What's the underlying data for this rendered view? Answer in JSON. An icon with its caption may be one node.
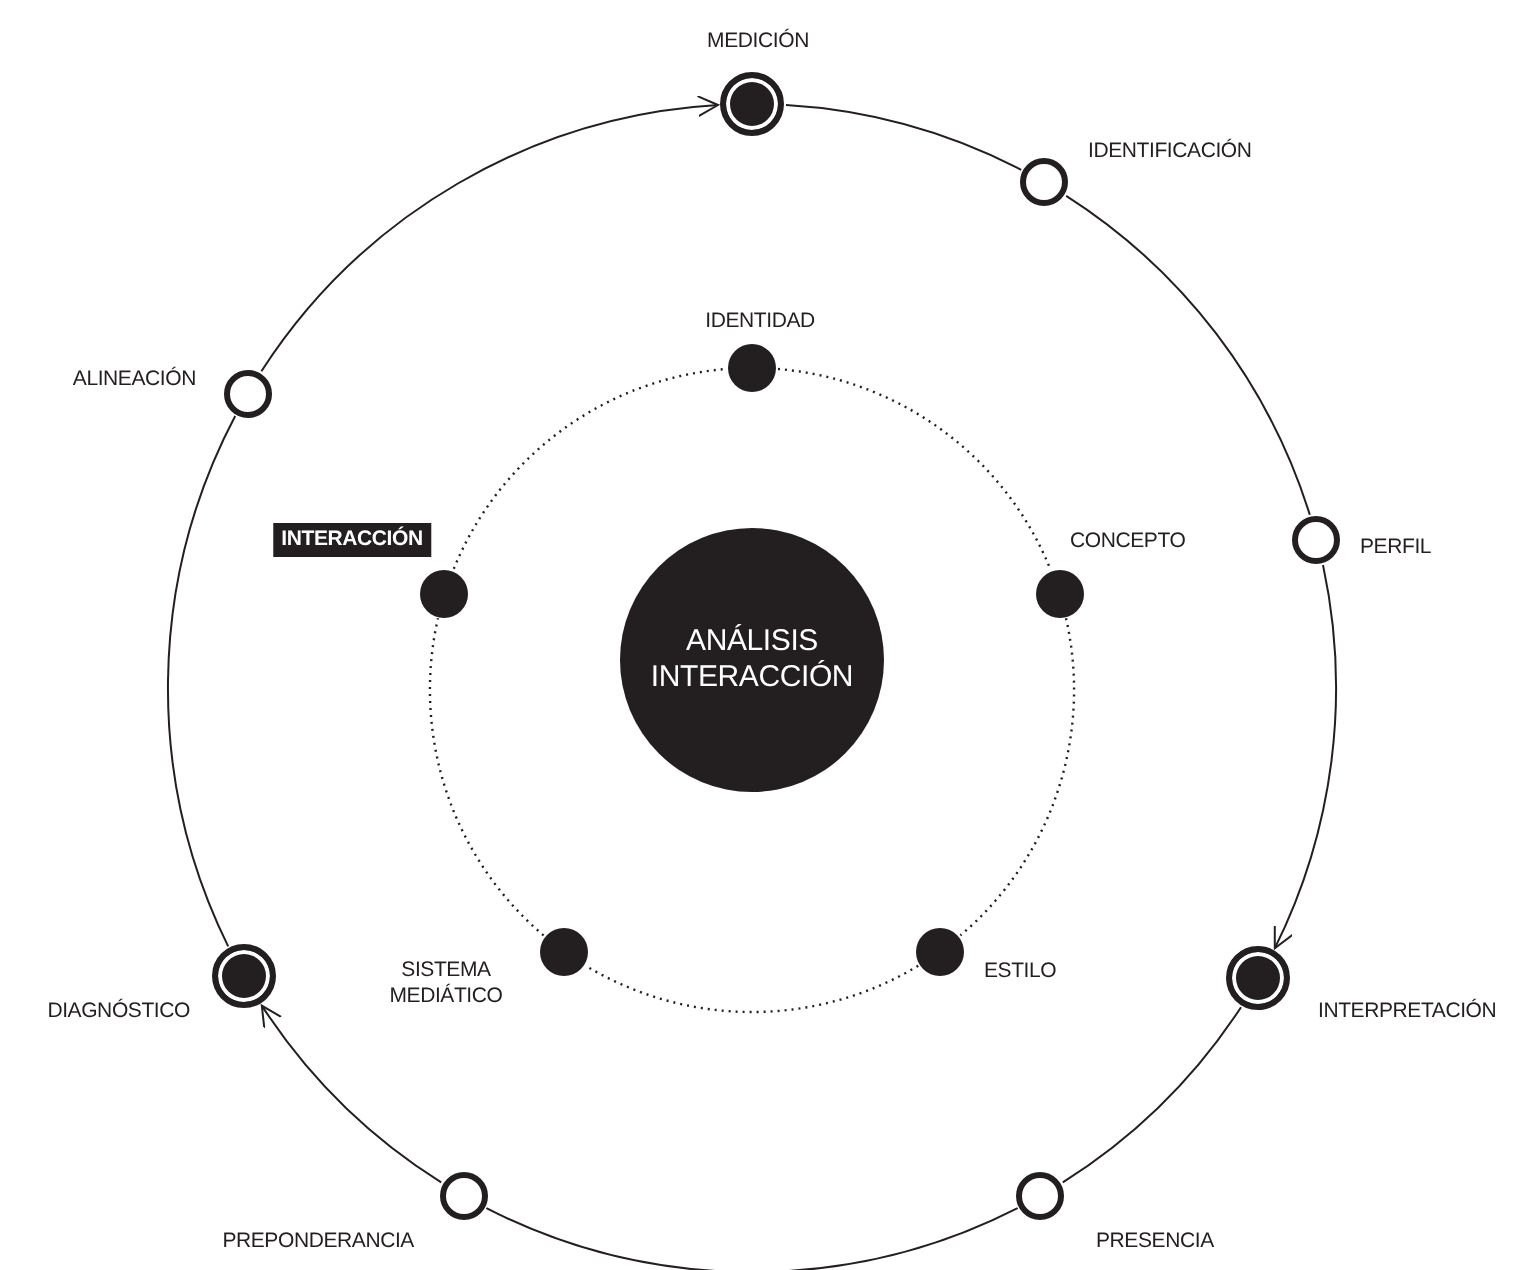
{
  "diagram": {
    "nodes": [
      {
        "text": [
          "MEDICIÓN"
        ]
      },
      {
        "text": [
          "IDENTIFICACIÓN"
        ]
      },
      {
        "text": [
          "PERFIL"
        ]
      },
      {
        "text": [
          "INTERPRETACIÓN"
        ]
      },
      {
        "text": [
          "PRESENCIA"
        ]
      },
      {
        "text": [
          "PREPONDERANCIA"
        ]
      },
      {
        "text": [
          "DIAGNÓSTICO"
        ]
      },
      {
        "text": [
          "ALINEACIÓN"
        ]
      },
      {
        "text": [
          "IDENTIDAD"
        ]
      },
      {
        "text": [
          "CONCEPTO"
        ]
      },
      {
        "text": [
          "ESTILO"
        ]
      },
      {
        "text": [
          "SISTEMA MEDIÁTICO"
        ]
      },
      {
        "text": [
          "INTERACCIÓN"
        ]
      },
      {
        "text": [
          "ANÁLISIS INTERACCIÓN"
        ]
      }
    ],
    "edges": [
      {
        "from": 0,
        "to": 1,
        "arrow": "none"
      },
      {
        "from": 1,
        "to": 2,
        "arrow": "none"
      },
      {
        "from": 2,
        "to": 3,
        "arrow": "to"
      },
      {
        "from": 3,
        "to": 4,
        "arrow": "none"
      },
      {
        "from": 4,
        "to": 5,
        "arrow": "none"
      },
      {
        "from": 5,
        "to": 6,
        "arrow": "to"
      },
      {
        "from": 6,
        "to": 7,
        "arrow": "none"
      },
      {
        "from": 7,
        "to": 0,
        "arrow": "to"
      },
      {
        "from": 8,
        "to": 9,
        "arrow": "none",
        "style": "dashed"
      },
      {
        "from": 9,
        "to": 10,
        "arrow": "none",
        "style": "dashed"
      },
      {
        "from": 10,
        "to": 11,
        "arrow": "none",
        "style": "dashed"
      },
      {
        "from": 11,
        "to": 12,
        "arrow": "none",
        "style": "dashed"
      },
      {
        "from": 12,
        "to": 8,
        "arrow": "none",
        "style": "dashed"
      }
    ]
  }
}
